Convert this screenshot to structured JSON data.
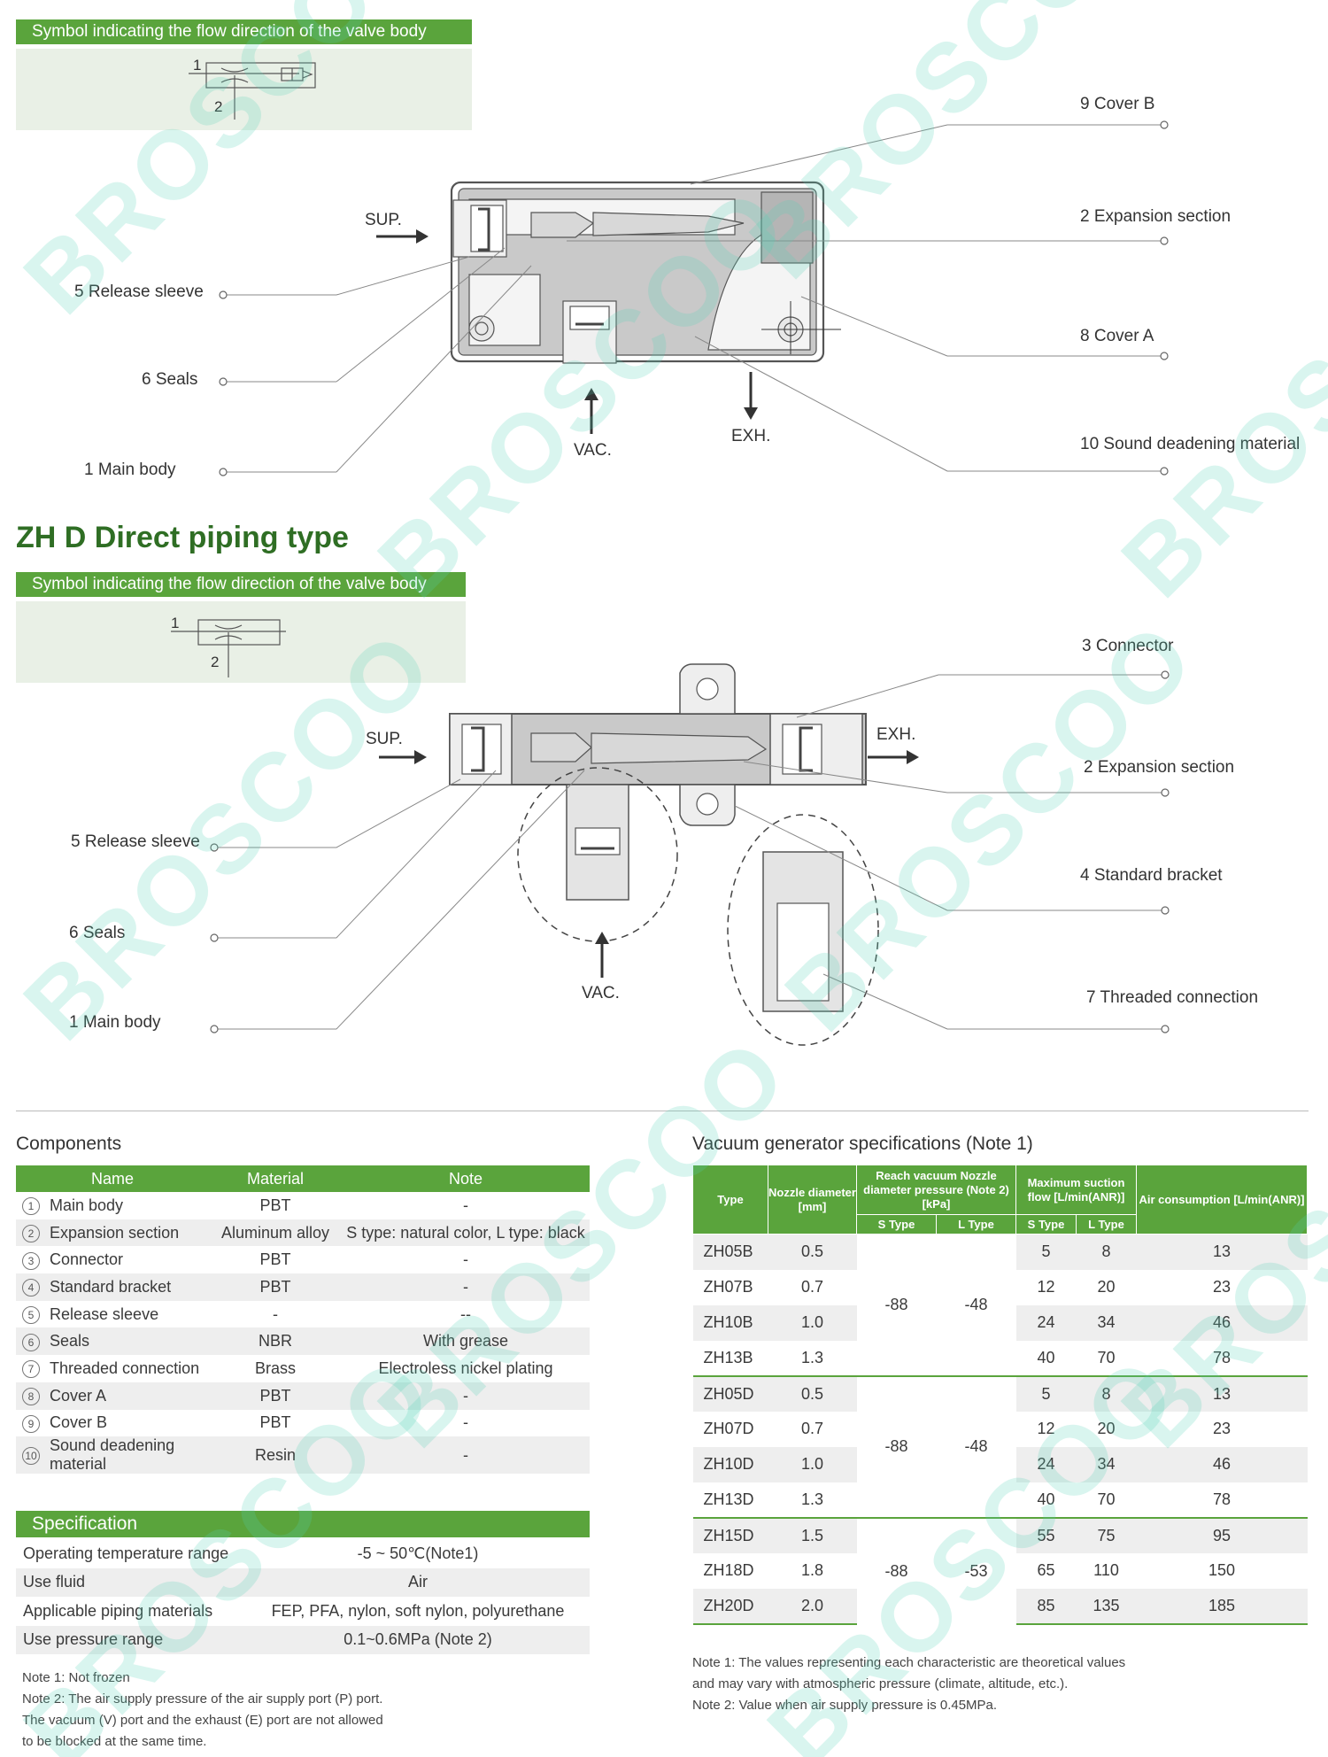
{
  "diagram1": {
    "symbol_caption": "Symbol indicating the flow direction of the valve body",
    "symbol_port1": "1",
    "symbol_port2": "2",
    "ports": {
      "sup": "SUP.",
      "vac": "VAC.",
      "exh": "EXH."
    },
    "callouts": {
      "release_sleeve": "5  Release sleeve",
      "seals": "6  Seals",
      "main_body": "1  Main body",
      "cover_b": "9 Cover B",
      "expansion_section": "2 Expansion section",
      "cover_a": "8 Cover A",
      "sound_deadening": "10 Sound deadening material"
    }
  },
  "section_title": "ZH D  Direct piping type",
  "diagram2": {
    "symbol_caption": "Symbol indicating the flow direction of the valve body",
    "symbol_port1": "1",
    "symbol_port2": "2",
    "ports": {
      "sup": "SUP.",
      "vac": "VAC.",
      "exh": "EXH."
    },
    "callouts": {
      "release_sleeve": "5 Release sleeve",
      "seals": "6 Seals",
      "main_body": "1 Main body",
      "connector": "3 Connector",
      "expansion_section": "2 Expansion section",
      "standard_bracket": "4 Standard bracket",
      "threaded_connection": "7 Threaded connection"
    }
  },
  "components": {
    "title": "Components",
    "headers": {
      "name": "Name",
      "material": "Material",
      "note": "Note"
    },
    "rows": [
      {
        "num": "1",
        "name": "Main body",
        "material": "PBT",
        "note": "-"
      },
      {
        "num": "2",
        "name": "Expansion section",
        "material": "Aluminum alloy",
        "note": "S type: natural color, L type: black"
      },
      {
        "num": "3",
        "name": "Connector",
        "material": "PBT",
        "note": "-"
      },
      {
        "num": "4",
        "name": "Standard bracket",
        "material": "PBT",
        "note": "-"
      },
      {
        "num": "5",
        "name": "Release sleeve",
        "material": "-",
        "note": "--"
      },
      {
        "num": "6",
        "name": "Seals",
        "material": "NBR",
        "note": "With grease"
      },
      {
        "num": "7",
        "name": "Threaded connection",
        "material": "Brass",
        "note": "Electroless nickel plating"
      },
      {
        "num": "8",
        "name": "Cover A",
        "material": "PBT",
        "note": "-"
      },
      {
        "num": "9",
        "name": "Cover B",
        "material": "PBT",
        "note": "-"
      },
      {
        "num": "10",
        "name": "Sound deadening material",
        "material": "Resin",
        "note": "-"
      }
    ]
  },
  "specification": {
    "title": "Specification",
    "rows": [
      {
        "key": "Operating temperature range",
        "value": "-5 ~ 50℃(Note1)"
      },
      {
        "key": "Use fluid",
        "value": "Air"
      },
      {
        "key": "Applicable piping materials",
        "value": "FEP, PFA, nylon, soft nylon, polyurethane"
      },
      {
        "key": "Use pressure range",
        "value": "0.1~0.6MPa (Note 2)"
      }
    ],
    "notes": [
      "Note 1: Not frozen",
      "Note 2: The air supply pressure of the air supply port (P) port.",
      "The vacuum (V) port and the exhaust (E) port are not allowed",
      "to be blocked at the same time."
    ]
  },
  "vacuum_specs": {
    "title": "Vacuum generator specifications (Note 1)",
    "headers": {
      "type": "Type",
      "nozzle": "Nozzle diameter [mm]",
      "reach": "Reach vacuum Nozzle diameter pressure (Note 2) [kPa]",
      "suction": "Maximum suction flow [L/min(ANR)]",
      "air": "Air consumption [L/min(ANR)]",
      "s_type": "S Type",
      "l_type": "L Type"
    },
    "groups": [
      {
        "reach_s": "-88",
        "reach_l": "-48",
        "rows": [
          {
            "type": "ZH05B",
            "nozzle": "0.5",
            "suction_s": "5",
            "suction_l": "8",
            "air": "13"
          },
          {
            "type": "ZH07B",
            "nozzle": "0.7",
            "suction_s": "12",
            "suction_l": "20",
            "air": "23"
          },
          {
            "type": "ZH10B",
            "nozzle": "1.0",
            "suction_s": "24",
            "suction_l": "34",
            "air": "46"
          },
          {
            "type": "ZH13B",
            "nozzle": "1.3",
            "suction_s": "40",
            "suction_l": "70",
            "air": "78"
          }
        ]
      },
      {
        "reach_s": "-88",
        "reach_l": "-48",
        "rows": [
          {
            "type": "ZH05D",
            "nozzle": "0.5",
            "suction_s": "5",
            "suction_l": "8",
            "air": "13"
          },
          {
            "type": "ZH07D",
            "nozzle": "0.7",
            "suction_s": "12",
            "suction_l": "20",
            "air": "23"
          },
          {
            "type": "ZH10D",
            "nozzle": "1.0",
            "suction_s": "24",
            "suction_l": "34",
            "air": "46"
          },
          {
            "type": "ZH13D",
            "nozzle": "1.3",
            "suction_s": "40",
            "suction_l": "70",
            "air": "78"
          }
        ]
      },
      {
        "reach_s": "-88",
        "reach_l": "-53",
        "rows": [
          {
            "type": "ZH15D",
            "nozzle": "1.5",
            "suction_s": "55",
            "suction_l": "75",
            "air": "95"
          },
          {
            "type": "ZH18D",
            "nozzle": "1.8",
            "suction_s": "65",
            "suction_l": "110",
            "air": "150"
          },
          {
            "type": "ZH20D",
            "nozzle": "2.0",
            "suction_s": "85",
            "suction_l": "135",
            "air": "185"
          }
        ]
      }
    ],
    "notes": [
      "Note 1: The values representing each characteristic are theoretical values",
      "and may vary with atmospheric pressure (climate, altitude, etc.).",
      "Note 2: Value when air supply pressure is 0.45MPa."
    ]
  },
  "watermark": "BROSCOO",
  "colors": {
    "accent": "#5aa43c",
    "title": "#2f6e24",
    "symbol_bg": "#e9f0e6",
    "watermark": "#50d2b4"
  }
}
